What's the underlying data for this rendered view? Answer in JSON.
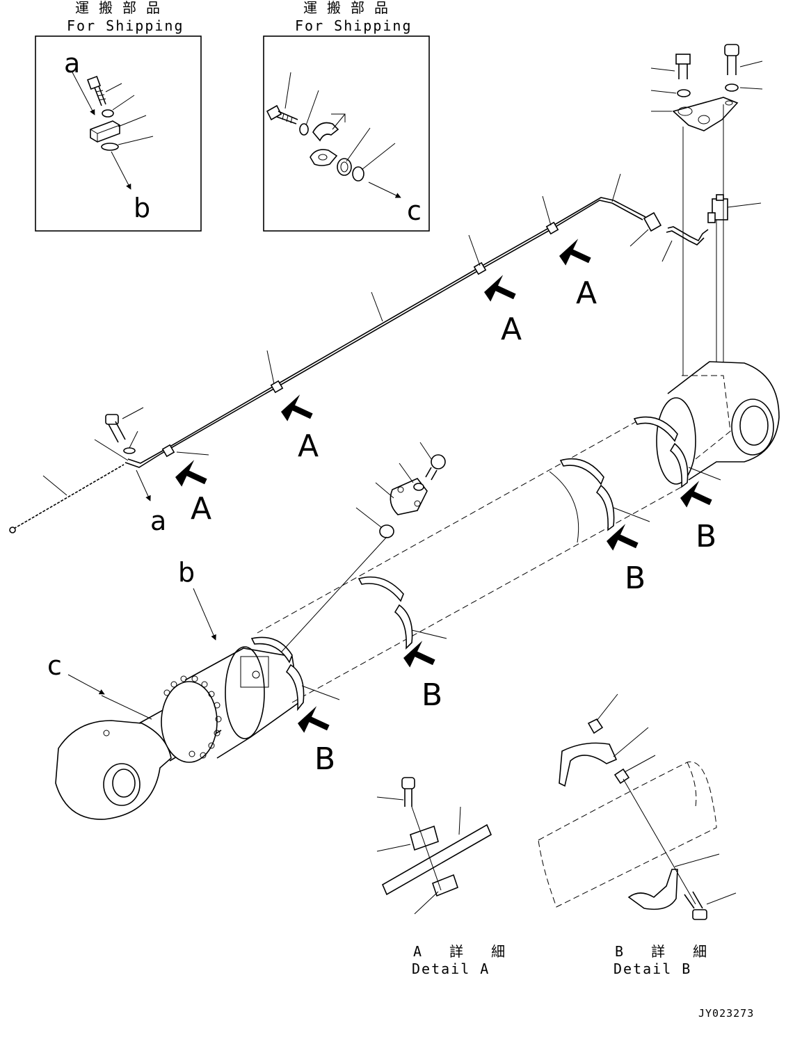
{
  "shipping_boxes": [
    {
      "title_jp": "運搬部品",
      "title_en": "For Shipping",
      "ref_top": "a",
      "ref_bottom": "b"
    },
    {
      "title_jp": "運搬部品",
      "title_en": "For Shipping",
      "ref_bottom": "c"
    }
  ],
  "arrow_labels_a": [
    "A",
    "A",
    "A",
    "A"
  ],
  "arrow_labels_b": [
    "B",
    "B",
    "B",
    "B"
  ],
  "ref_letters": {
    "a": "a",
    "b": "b",
    "c": "c"
  },
  "details": [
    {
      "title_jp": "A 詳 細",
      "title_en": "Detail A"
    },
    {
      "title_jp": "B 詳 細",
      "title_en": "Detail B"
    }
  ],
  "drawing_id": "JY023273"
}
